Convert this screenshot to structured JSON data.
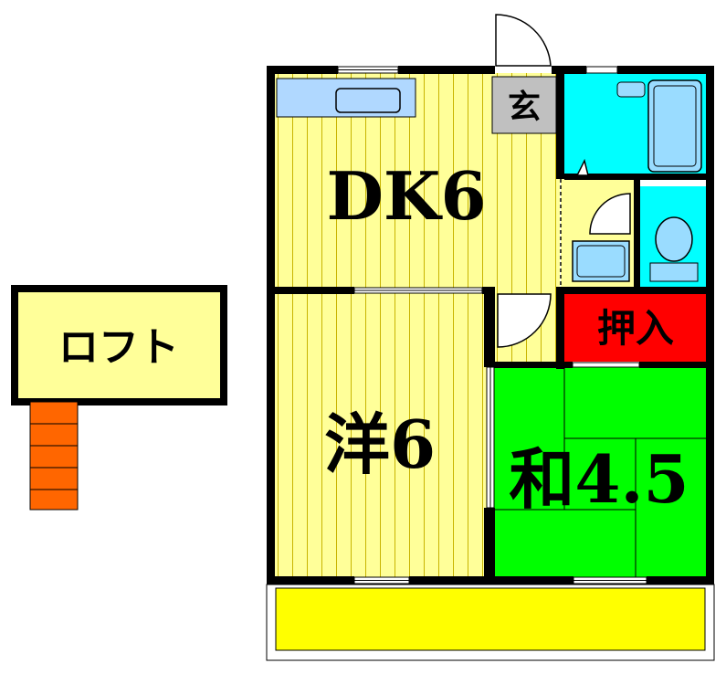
{
  "rooms": {
    "loft": "ロフト",
    "dk": "DK6",
    "genkan": "玄",
    "western": "洋6",
    "japanese": "和4.5",
    "closet": "押入"
  },
  "colors": {
    "wall": "#000000",
    "floor_yellow": "#ffff99",
    "floor_line": "#d8c400",
    "tatami": "#00ff00",
    "bath": "#00ffff",
    "closet": "#ff0000",
    "genkan": "#c0c0c0",
    "balcony": "#ffff00",
    "loft_fill": "#ffff99",
    "ladder": "#ff6600",
    "fixture": "#b0d8ff"
  },
  "icons": [
    "door-swing-icon",
    "window-icon",
    "bathtub-icon",
    "toilet-icon",
    "sink-icon",
    "washbasin-icon",
    "ladder-icon"
  ]
}
